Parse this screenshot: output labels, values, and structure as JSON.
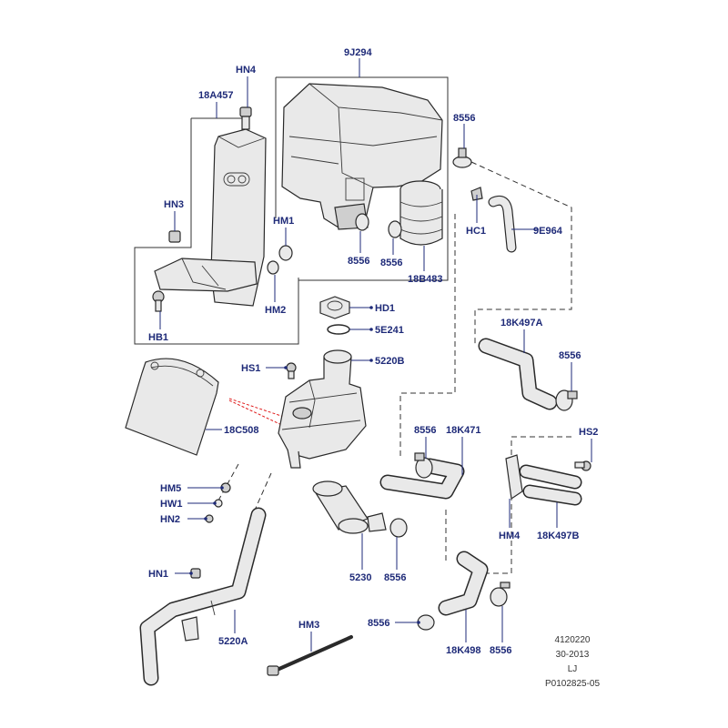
{
  "labels": {
    "9J294": "9J294",
    "HN4": "HN4",
    "18A457": "18A457",
    "8556_a": "8556",
    "HN3": "HN3",
    "HC1": "HC1",
    "9E964": "9E964",
    "HM1": "HM1",
    "8556_b": "8556",
    "8556_c": "8556",
    "18B483": "18B483",
    "HM2": "HM2",
    "HB1": "HB1",
    "HD1": "HD1",
    "5E241": "5E241",
    "18K497A": "18K497A",
    "8556_d": "8556",
    "HS1": "HS1",
    "5220B": "5220B",
    "8556_e": "8556",
    "18K471": "18K471",
    "HS2": "HS2",
    "18C508": "18C508",
    "HM5": "HM5",
    "HW1": "HW1",
    "HN2": "HN2",
    "HM4": "HM4",
    "18K497B": "18K497B",
    "5230": "5230",
    "8556_f": "8556",
    "HN1": "HN1",
    "HM3": "HM3",
    "8556_g": "8556",
    "18K498": "18K498",
    "8556_h": "8556",
    "5220A": "5220A"
  },
  "info": {
    "code": "4120220",
    "date": "30-2013",
    "initials": "LJ",
    "ref": "P0102825-05"
  },
  "colors": {
    "label": "#1e2a78",
    "outline": "#2a2a2a",
    "arrow": "#e02020"
  }
}
